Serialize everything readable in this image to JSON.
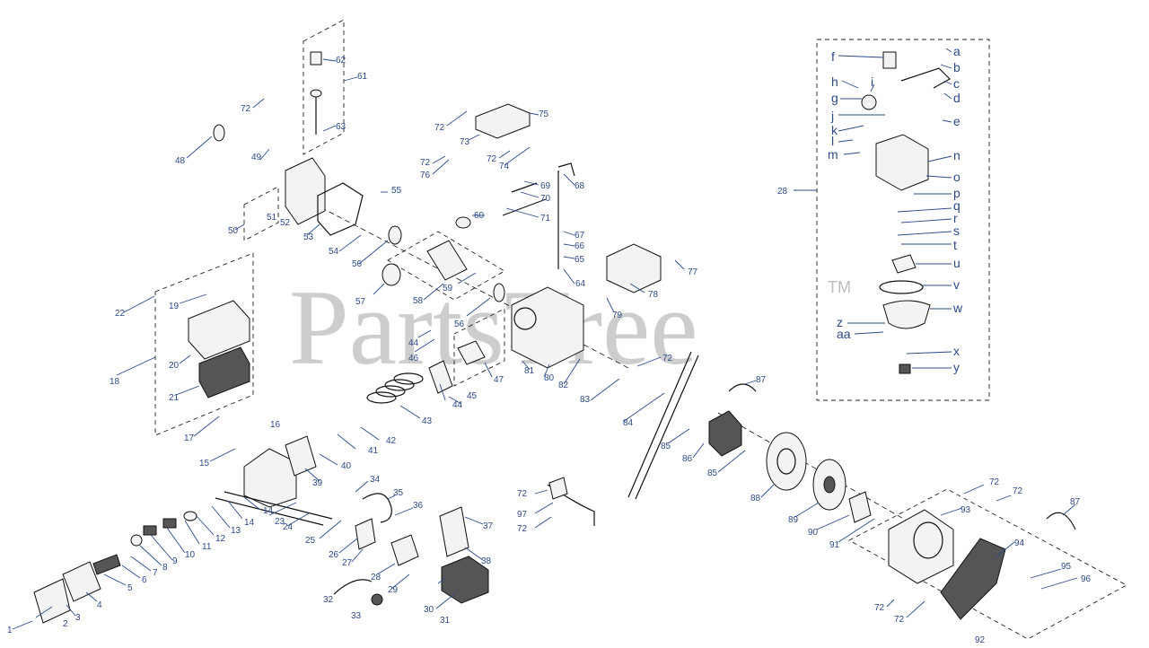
{
  "diagram": {
    "watermark": "PartsTree",
    "trademark": "TM",
    "part_numbers": [
      "1",
      "2",
      "3",
      "4",
      "5",
      "6",
      "7",
      "8",
      "9",
      "10",
      "11",
      "12",
      "13",
      "14",
      "15",
      "16",
      "17",
      "18",
      "19",
      "20",
      "21",
      "22",
      "23",
      "24",
      "25",
      "26",
      "27",
      "28",
      "29",
      "30",
      "31",
      "32",
      "33",
      "34",
      "35",
      "36",
      "37",
      "38",
      "39",
      "40",
      "41",
      "42",
      "43",
      "44",
      "45",
      "46",
      "47",
      "48",
      "49",
      "50",
      "51",
      "52",
      "53",
      "54",
      "55",
      "56",
      "57",
      "58",
      "59",
      "60",
      "61",
      "62",
      "63",
      "64",
      "65",
      "66",
      "67",
      "68",
      "69",
      "70",
      "71",
      "72",
      "73",
      "74",
      "75",
      "76",
      "77",
      "78",
      "79",
      "80",
      "81",
      "82",
      "83",
      "84",
      "85",
      "86",
      "87",
      "88",
      "89",
      "90",
      "91",
      "92",
      "93",
      "94",
      "95",
      "96",
      "97"
    ],
    "carburetor_letters": [
      "a",
      "b",
      "c",
      "d",
      "e",
      "f",
      "g",
      "h",
      "i",
      "j",
      "k",
      "l",
      "m",
      "n",
      "o",
      "p",
      "q",
      "r",
      "s",
      "t",
      "u",
      "v",
      "w",
      "x",
      "y",
      "z",
      "aa"
    ]
  }
}
